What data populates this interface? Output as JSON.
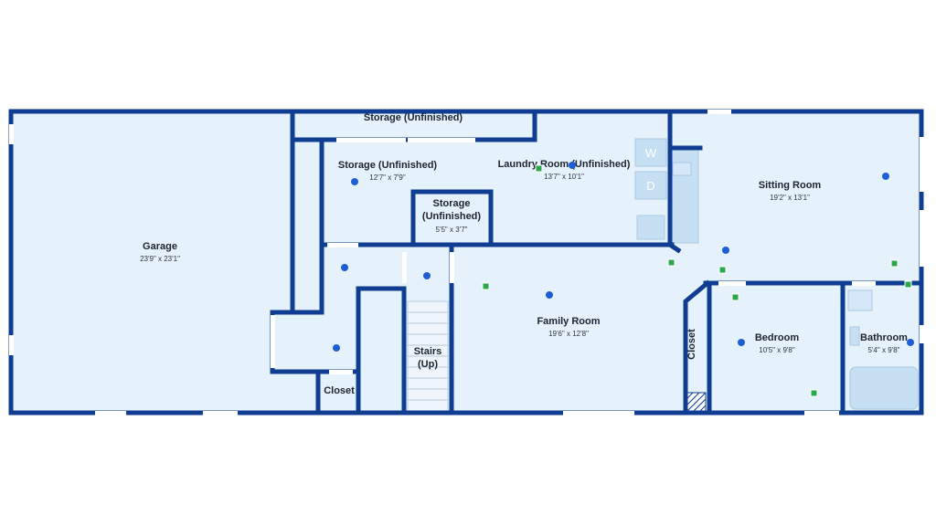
{
  "colors": {
    "wall": "#0f3d91",
    "floor": "#e6f2fb",
    "fixture": "#c7dff3",
    "fixture_edge": "#a9c9e6",
    "window": "#ffffff",
    "blue_marker": "#1f5fd6",
    "green_marker": "#2aa84a",
    "label": "#1c2430"
  },
  "rooms": {
    "garage": {
      "name": "Garage",
      "dims": "23'9\" x 23'1\""
    },
    "storage_top": {
      "name": "Storage (Unfinished)"
    },
    "storage_left": {
      "name": "Storage (Unfinished)",
      "dims": "12'7\" x 7'9\""
    },
    "storage_small": {
      "name_line1": "Storage",
      "name_line2": "(Unfinished)",
      "dims": "5'5\" x 3'7\""
    },
    "laundry": {
      "name": "Laundry Room (Unfinished)",
      "dims": "13'7\" x 10'1\""
    },
    "sitting": {
      "name": "Sitting Room",
      "dims": "19'2\" x 13'1\""
    },
    "family": {
      "name": "Family Room",
      "dims": "19'6\" x 12'8\""
    },
    "stairs": {
      "name_line1": "Stairs",
      "name_line2": "(Up)"
    },
    "closet_left": {
      "name": "Closet"
    },
    "closet_right": {
      "name": "Closet"
    },
    "bedroom": {
      "name": "Bedroom",
      "dims": "10'5\" x 9'8\""
    },
    "bathroom": {
      "name": "Bathroom",
      "dims": "5'4\" x 9'8\""
    }
  },
  "appliances": {
    "washer": "W",
    "dryer": "D"
  },
  "icons": {
    "blue_marker": "photo-marker-icon",
    "green_marker": "camera-marker-icon"
  }
}
